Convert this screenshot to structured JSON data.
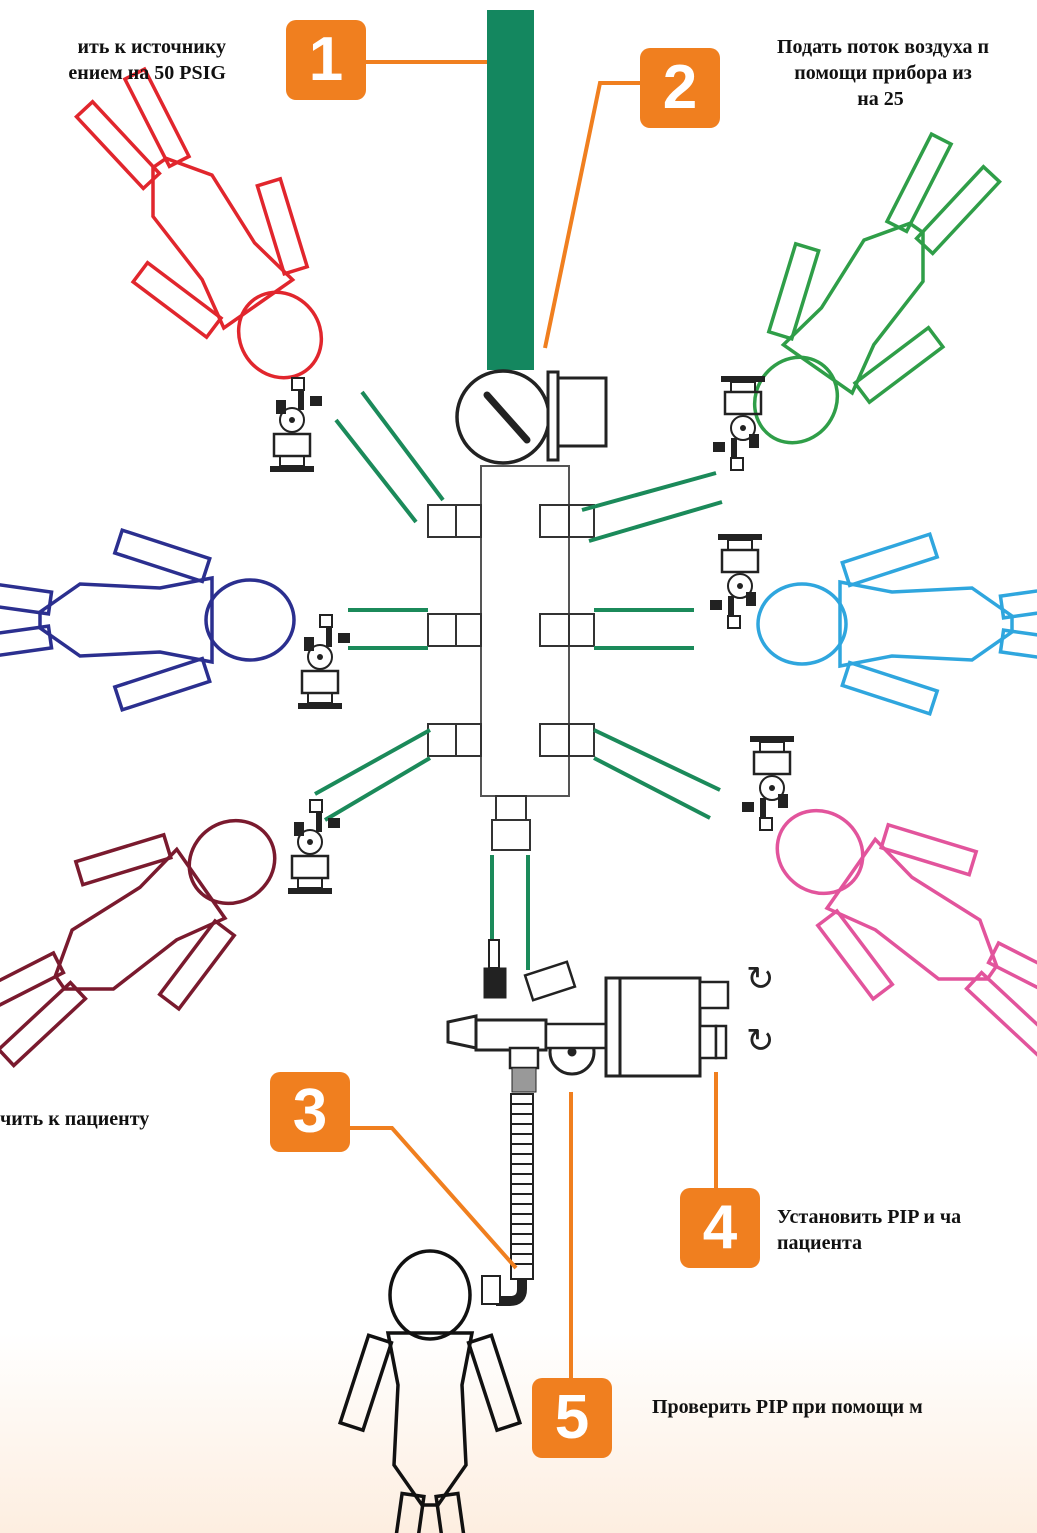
{
  "steps": [
    {
      "number": "1",
      "text": "ить к источнику\nением на 50 PSIG"
    },
    {
      "number": "2",
      "text": "Подать поток воздуха п\nпомощи прибора из\nна 25 "
    },
    {
      "number": "3",
      "text": "чить к пациенту"
    },
    {
      "number": "4",
      "text": "Установить PIP и ча\nпациента"
    },
    {
      "number": "5",
      "text": "Проверить PIP при помощи м"
    }
  ],
  "rotation_symbols": [
    "↻",
    "↻"
  ],
  "colors": {
    "badge": "#f07f1f",
    "supply_line": "#14875f",
    "tubing": "#1b8a5a",
    "patient_red": "#e1262d",
    "patient_green": "#2f9e48",
    "patient_navy": "#2b2f8f",
    "patient_lightblue": "#2fa6de",
    "patient_maroon": "#7a1a2e",
    "patient_pink": "#e2549c",
    "patient_bottom": "#111111",
    "leader_line": "#f07f1f",
    "equipment_outline": "#222222"
  }
}
